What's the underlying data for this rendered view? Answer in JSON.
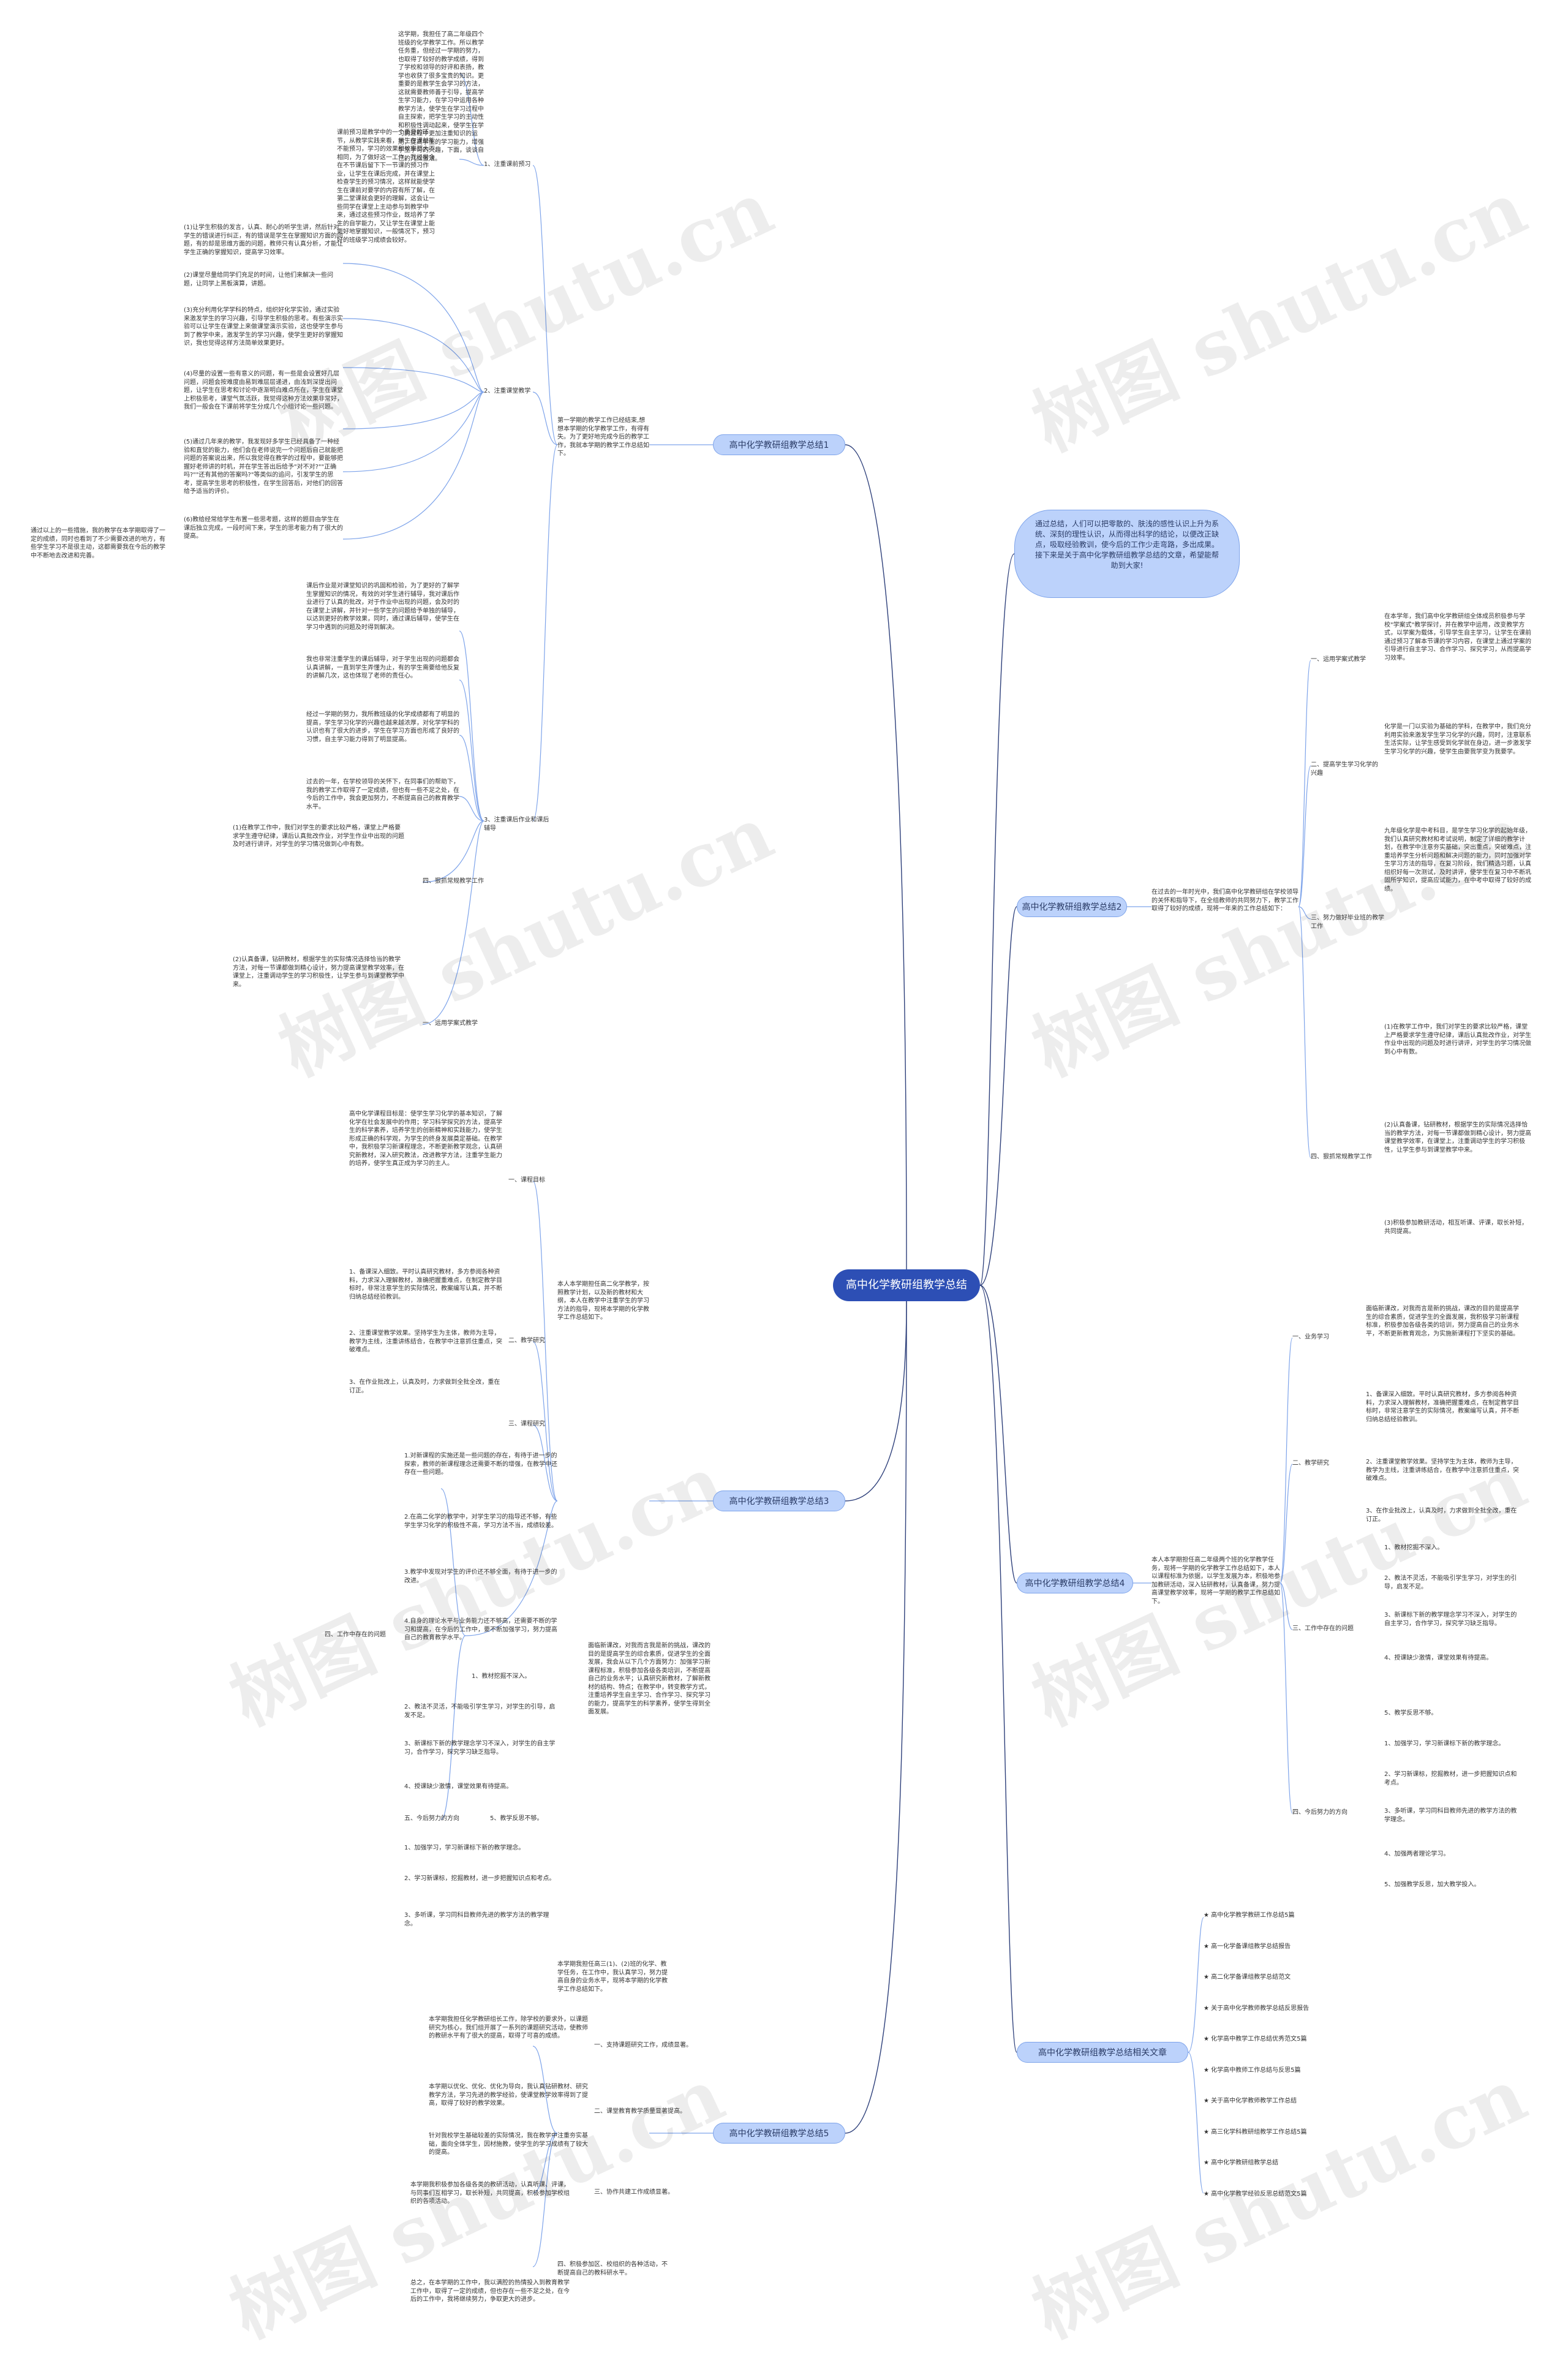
{
  "center": "高中化学教研组教学总结",
  "intro": "通过总结，人们可以把零散的、肤浅的感性认识上升为系统、深刻的理性认识，从而得出科学的结论，以便改正缺点，吸取经验教训，使今后的工作少走弯路，多出成果。接下来是关于高中化学教研组教学总结的文章，希望能帮助到大家!",
  "watermark": "树图 shutu.cn",
  "s1": {
    "label": "高中化学教研组教学总结1",
    "lead": "第一学期的教学工作已经结束,想想本学期的化学教学工作，有得有失。为了更好地完成今后的教学工作，我就本学期的教学工作总结如下。",
    "h1": "1、注重课前预习",
    "h1a": "这学期，我担任了高二年级四个班级的化学教学工作。所以教学任务重，但经过一学期的努力，也取得了较好的教学成绩，得到了学校和领导的好评和表扬，教学也收获了很多宝贵的知识。更重要的是教学生会学习的方法，这就需要教师善于引导，提高学生学习能力，在学习中运用各种教学方法，使学生在学习过程中自主探索，把学生学习的主动性和积极性调动起来，使学生在学习的过程中更加注重知识的运用，提高学生的学习能力，增强学生学习的兴趣，下面，谈谈自己的几点做法。",
    "h1b": "课前预习是教学中的一个重要的环节，从教学实践来看，学生在课前能不能预习，学习的效果和效率都大不相同，为了做好这一工作，我经常会在不节课后留下下一节课的预习作业，让学生在课后完成，并在课堂上检查学生的预习情况，这样就能使学生在课前对要学的内容有所了解，在第二堂课就会更好的理解，这会让一些同学在课堂上主动参与到教学中来，通过这些预习作业，既培养了学生的自学能力，又让学生在课堂上能更好地掌握知识，一般情况下，预习好的班级学习成绩会较好。",
    "h2": "2、注重课堂教学",
    "h2a": "(1)让学生积极的发言，认真、耐心的听学生讲，然后针对学生的错误进行纠正，有的错误是学生在掌握知识方面的问题，有的却是思维方面的问题，教师只有认真分析，才能让学生正确的掌握知识，提高学习效率。",
    "h2b": "(2)课堂尽量给同学们充足的时间，让他们来解决一些问题，让同学上黑板演算，讲题。",
    "h2c": "(3)充分利用化学学科的特点，组织好化学实验，通过实验来激发学生的学习兴趣，引导学生积极的思考。有些演示实验可以让学生在课堂上来做课堂演示实验，这也使学生参与到了教学中来，激发学生的学习兴趣，使学生更好的掌握知识，我也觉得这样方法简单效果更好。",
    "h2d": "(4)尽量的设置一些有意义的问题，有一些是会设置好几层问题，问题会按难度由易到难层层递进，由浅到深提出问题，让学生在思考和讨论中逐渐明白难点所在，学生在课堂上积极思考，课堂气氛活跃，我觉得这种方法效果非常好，我们一般会在下课前将学生分成几个小组讨论一些问题。",
    "h2e": "(5)通过几年来的教学，我发现好多学生已经具备了一种经验和直觉的能力，他们会在老师说完一个问题后自己就能把问题的答案说出来，所以我觉得在教学的过程中，要能够把握好老师讲的时机，并在学生答出后给予\"对不对?\"\"正确吗?\"\"还有其他的答案吗?\"等类似的追问，引发学生的思考，提高学生思考的积极性，在学生回答后，对他们的回答给予适当的评价。",
    "h2f": "(6)教给经常给学生布置一些思考题，这样的题目由学生在课后独立完成，一段时间下来，学生的思考能力有了很大的提高。",
    "tail": "通过以上的一些措施，我的教学在本学期取得了一定的成绩，同时也看到了不少需要改进的地方，有些学生学习不是很主动，这都需要我在今后的教学中不断地去改进和完善。",
    "h3": "3、注重课后作业和课后辅导",
    "h3a": "课后作业是对课堂知识的巩固和检验，为了更好的了解学生掌握知识的情况，有效的对学生进行辅导，我对课后作业进行了认真的批改，对于作业中出现的问题，会及时的在课堂上讲解，并针对一些学生的问题给予单独的辅导，以达到更好的教学效果，同时，通过课后辅导，使学生在学习中遇到的问题及时得到解决。",
    "h3b": "我也非常注重学生的课后辅导，对于学生出现的问题都会认真讲解，一直到学生弄懂为止，有的学生需要给他反复的讲解几次，这也体现了老师的责任心。",
    "h3c": "经过一学期的努力，我所教班级的化学成绩都有了明显的提高，学生学习化学的兴趣也越来越浓厚，对化学学科的认识也有了很大的进步，学生在学习方面也形成了良好的习惯，自主学习能力得到了明显提高。",
    "h3d": "过去的一年，在学校领导的关怀下，在同事们的帮助下，我的教学工作取得了一定成绩，但也有一些不足之处，在今后的工作中，我会更加努力，不断提高自己的教育教学水平。"
  },
  "s2": {
    "label": "高中化学教研组教学总结2",
    "lead": "在过去的一年时光中，我们高中化学教研组在学校领导的关怀和指导下，在全组教师的共同努力下，教学工作取得了较好的成绩，现将一年来的工作总结如下：",
    "h1": "一、运用学案式教学",
    "h1a": "在本学年，我们高中化学教研组全体成员积极参与学校\"学案式\"教学探讨，并在教学中运用，改变教学方式，以学案为载体，引导学生自主学习，让学生在课前通过预习了解本节课的学习内容，在课堂上通过学案的引导进行自主学习、合作学习、探究学习，从而提高学习效率。",
    "h2": "二、提高学生学习化学的兴趣",
    "h2a": "化学是一门以实验为基础的学科，在教学中，我们充分利用实验来激发学生学习化学的兴趣，同时，注意联系生活实际，让学生感受到化学就在身边，进一步激发学生学习化学的兴趣，使学生由要我学变为我要学。",
    "h3": "三、努力做好毕业班的教学工作",
    "h3a": "九年级化学是中考科目，是学生学习化学的起始年级，我们认真研究教材和考试说明，制定了详细的教学计划，在教学中注意夯实基础，突出重点，突破难点，注重培养学生分析问题和解决问题的能力，同时加强对学生学习方法的指导，在复习阶段，我们精选习题，认真组织好每一次测试，及时讲评，使学生在复习中不断巩固所学知识，提高应试能力，在中考中取得了较好的成绩。",
    "h4": "四、狠抓常规教学工作",
    "h4a": "(1)在教学工作中，我们对学生的要求比较严格，课堂上严格要求学生遵守纪律，课后认真批改作业，对学生作业中出现的问题及时进行讲评，对学生的学习情况做到心中有数。",
    "h4b": "(2)认真备课，钻研教材，根据学生的实际情况选择恰当的教学方法，对每一节课都做到精心设计，努力提高课堂教学效率，在课堂上，注重调动学生的学习积极性，让学生参与到课堂教学中来。",
    "h4c": "(3)积极参加教研活动，相互听课、评课，取长补短，共同提高。"
  },
  "s3": {
    "label": "高中化学教研组教学总结3",
    "lead": "本人本学期担任高二化学教学，按照教学计划，以及新的教材和大纲，本人在教学中注重学生的学习方法的指导，现将本学期的化学教学工作总结如下。",
    "h1": "一、课程目标",
    "h1a": "高中化学课程目标是：使学生学习化学的基本知识，了解化学在社会发展中的作用；学习科学探究的方法，提高学生的科学素养，培养学生的创新精神和实践能力，使学生形成正确的科学观，为学生的终身发展奠定基础。在教学中，我积极学习新课程理念，不断更新教学观念，认真研究新教材，深入研究教法，改进教学方法，注重学生能力的培养，使学生真正成为学习的主人。",
    "h2": "二、教学研究",
    "h2a": "1、备课深入细致。平时认真研究教材，多方参阅各种资料，力求深入理解教材，准确把握重难点，在制定教学目标时，非常注意学生的实际情况，教案编写认真，并不断归纳总结经验教训。",
    "h2b": "2、注重课堂教学效果。坚持学生为主体，教师为主导，教学为主线，注重讲练结合，在教学中注意抓住重点，突破难点。",
    "h2c": "3、在作业批改上，认真及时，力求做到全批全改，重在订正。",
    "h3": "三、课程研究",
    "h4": "四、工作中存在的问题",
    "h4a": "1.对新课程的实施还是一些问题的存在，有待于进一步的探索，教师的新课程理念还需要不断的增强，在教学中还存在一些问题。",
    "h4b": "2.在高二化学的教学中，对学生学习的指导还不够，有些学生学习化学的积极性不高，学习方法不当，成绩较差。",
    "h4c": "3.教学中发现对学生的评价还不够全面，有待于进一步的改进。",
    "h4d": "4.自身的理论水平与业务能力还不够高，还需要不断的学习和提高，在今后的工作中，要不断加强学习，努力提高自己的教育教学水平。",
    "h4e": "1、教材挖掘不深入。",
    "h4f": "2、教法不灵活，不能吸引学生学习，对学生的引导，启发不足。",
    "h4g": "3、新课标下新的教学理念学习不深入，对学生的自主学习，合作学习，探究学习缺乏指导。",
    "h4h": "4、授课缺少激情，课堂效果有待提高。",
    "h5": "五、今后努力的方向",
    "h5a": "5、教学反思不够。",
    "h5b": "1、加强学习，学习新课标下新的教学理念。",
    "h5c": "2、学习新课标，挖掘教材，进一步把握知识点和考点。",
    "h5d": "3、多听课，学习同科目教师先进的教学方法的教学理念。",
    "mid": "面临新课改，对我而言我是新的挑战，课改的目的是提高学生的综合素质，促进学生的全面发展，我会从以下几个方面努力：加强学习新课程标准，积极参加各级各类培训，不断提高自己的业务水平；认真研究新教材，了解新教材的结构、特点；在教学中，转变教学方式，注重培养学生自主学习、合作学习、探究学习的能力，提高学生的科学素养，使学生得到全面发展。"
  },
  "s4": {
    "label": "高中化学教研组教学总结4",
    "lead": "本人本学期担任高二年级两个班的化学教学任务，现将一学期的化学教学工作总结如下，本人以课程标准为依据，以学生发展为本，积极地参加教研活动，深入钻研教材，认真备课，努力提高课堂教学效率，现将一学期的教学工作总结如下。",
    "h1": "一、业务学习",
    "h1a": "面临新课改，对我而言是新的挑战，课改的目的是提高学生的综合素质，促进学生的全面发展，我积极学习新课程标准，积极参加各级各类的培训，努力提高自己的业务水平，不断更新教育观念，为实施新课程打下坚实的基础。",
    "h2": "二、教学研究",
    "h2a": "1、备课深入细致。平时认真研究教材，多方参阅各种资料，力求深入理解教材，准确把握重难点，在制定教学目标时，非常注意学生的实际情况，教案编写认真，并不断归纳总结经验教训。",
    "h2b": "2、注重课堂教学效果。坚持学生为主体，教师为主导，教学为主线，注重讲练结合，在教学中注意抓住重点，突破难点。",
    "h2c": "3、在作业批改上，认真及时，力求做到全批全改，重在订正。",
    "h3": "三、工作中存在的问题",
    "h3a": "1、教材挖掘不深入。",
    "h3b": "2、教法不灵活，不能吸引学生学习，对学生的引导，启发不足。",
    "h3c": "3、新课标下新的教学理念学习不深入，对学生的自主学习，合作学习，探究学习缺乏指导。",
    "h3d": "4、授课缺少激情，课堂效果有待提高。",
    "h3e": "5、教学反思不够。",
    "h4": "四、今后努力的方向",
    "h4a": "1、加强学习，学习新课标下新的教学理念。",
    "h4b": "2、学习新课标，挖掘教材，进一步把握知识点和考点。",
    "h4c": "3、多听课，学习同科目教师先进的教学方法的教学理念。",
    "h4d": "4、加强两者理论学习。",
    "h4e": "5、加强教学反思，加大教学投入。"
  },
  "s5": {
    "label": "高中化学教研组教学总结5",
    "lead": "本学期我担任高三(1)、(2)班的化学、教学任务，在工作中，我认真学习，努力提高自身的业务水平，现将本学期的化学教学工作总结如下。",
    "h1": "一、支持课题研究工作，成绩显著。",
    "h1a": "本学期我担任化学教研组长工作，除学校的要求外，以课题研究为核心，我们组开展了一系列的课题研究活动，使教师的教研水平有了很大的提高，取得了可喜的成绩。",
    "h2": "二、课堂教育教学质量显著提高。",
    "h2a": "本学期以优化、优化、优化为导向，我认真钻研教材、研究教学方法，学习先进的教学经验，使课堂教学效率得到了提高，取得了较好的教学效果。",
    "h2b": "针对我校学生基础较差的实际情况，我在教学中注重夯实基础，面向全体学生，因材施教，使学生的学习成绩有了较大的提高。",
    "h3": "三、协作共建工作成绩显著。",
    "h3a": "本学期我积极参加各级各类的教研活动，认真听课、评课，与同事们互相学习，取长补短，共同提高，积极参加学校组织的各项活动。",
    "h4": "四、积极参加区、校组织的各种活动，不断提高自己的教科研水平。",
    "h4a": "总之，在本学期的工作中，我以满腔的热情投入到教育教学工作中，取得了一定的成绩，但也存在一些不足之处，在今后的工作中，我将继续努力，争取更大的进步。"
  },
  "s6": {
    "label": "高中化学教研组教学总结相关文章",
    "items": [
      "★ 高中化学教学教研工作总结5篇",
      "★ 高一化学备课组教学总结报告",
      "★ 高二化学备课组教学总结范文",
      "★ 关于高中化学教师教学总结反思报告",
      "★ 化学高中教学工作总结优秀范文5篇",
      "★ 化学高中教师工作总结与反思5篇",
      "★ 关于高中化学教师教学工作总结",
      "★ 高三化学科教研组教学工作总结5篇",
      "★ 高中化学教研组教学总结",
      "★ 高中化学教学经验反思总结范文5篇"
    ]
  }
}
